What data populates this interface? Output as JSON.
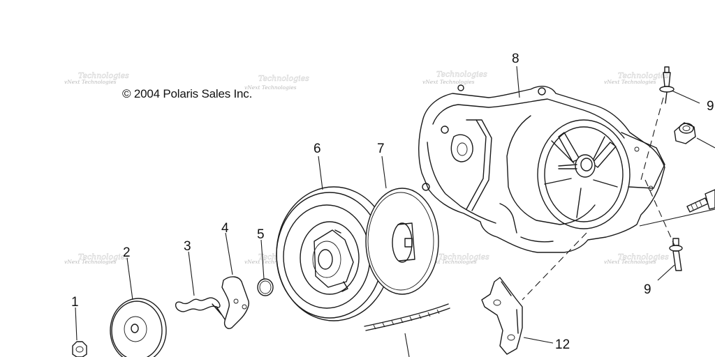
{
  "copyright": "© 2004 Polaris Sales Inc.",
  "watermark": {
    "line1": "vNext Technologies",
    "line2": "Technologies"
  },
  "callouts": {
    "c1": "1",
    "c2": "2",
    "c3": "3",
    "c4": "4",
    "c5": "5",
    "c6": "6",
    "c7": "7",
    "c8": "8",
    "c9a": "9",
    "c9b": "9",
    "c12": "12"
  }
}
